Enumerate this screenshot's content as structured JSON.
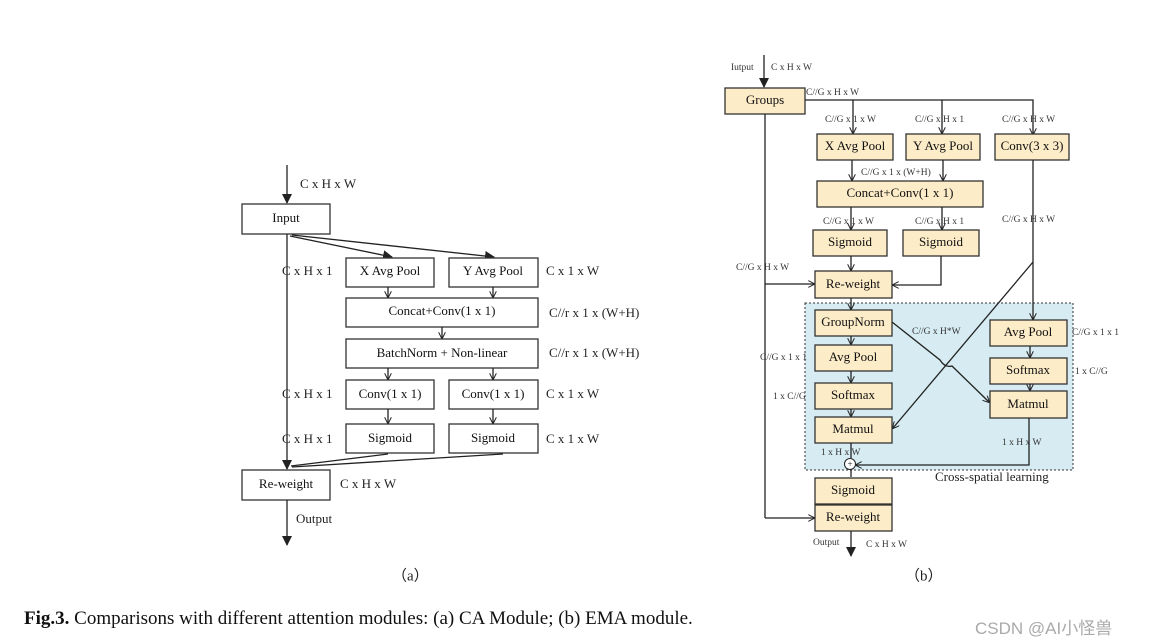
{
  "panel_a": {
    "label": "（a）",
    "input_dim": "C x H x W",
    "boxes": {
      "input": "Input",
      "x_pool": "X Avg Pool",
      "y_pool": "Y Avg Pool",
      "concat": "Concat+Conv(1 x 1)",
      "bn": "BatchNorm + Non-linear",
      "conv_l": "Conv(1 x 1)",
      "conv_r": "Conv(1 x 1)",
      "sig_l": "Sigmoid",
      "sig_r": "Sigmoid",
      "reweight": "Re-weight"
    },
    "dims": {
      "l1": "C x H x 1",
      "r1": "C x 1 x W",
      "concat": "C//r x 1 x (W+H)",
      "bn": "C//r x 1 x (W+H)",
      "l2": "C x H x 1",
      "r2": "C x 1 x W",
      "l3": "C x H x 1",
      "r3": "C x 1 x W",
      "out": "C x H x W"
    },
    "output": "Output"
  },
  "panel_b": {
    "label": "（b）",
    "input_label": "Iutput",
    "input_dim": "C x H x W",
    "boxes": {
      "groups": "Groups",
      "x_pool": "X Avg Pool",
      "y_pool": "Y Avg Pool",
      "conv3": "Conv(3 x 3)",
      "concat": "Concat+Conv(1 x 1)",
      "sig_l": "Sigmoid",
      "sig_r": "Sigmoid",
      "reweight1": "Re-weight",
      "groupnorm": "GroupNorm",
      "avgpool_l": "Avg Pool",
      "softmax_l": "Softmax",
      "matmul_l": "Matmul",
      "avgpool_r": "Avg Pool",
      "softmax_r": "Softmax",
      "matmul_r": "Matmul",
      "sigmoid": "Sigmoid",
      "reweight2": "Re-weight"
    },
    "dims": {
      "groups_out": "C//G x H x W",
      "x_in": "C//G x 1 x W",
      "y_in": "C//G x H x 1",
      "conv_in": "C//G x H x W",
      "concat_in": "C//G x 1 x (W+H)",
      "sig_l_in": "C//G x 1 x W",
      "sig_r_in": "C//G x H x 1",
      "conv_out": "C//G x H x W",
      "skip": "C//G x H x W",
      "cross": "C//G x H*W",
      "avgpool_r": "C//G x 1 x 1",
      "softmax_r": "1 x C//G",
      "avgpool_l": "C//G x 1 x 1",
      "softmax_l": "1 x C//G",
      "matmul_l_out": "1 x H x W",
      "matmul_r_out": "1 x H x W",
      "out": "C x H x W"
    },
    "region_label": "Cross-spatial learning",
    "output": "Output",
    "region_color": "#d6ebf2",
    "box_color": "#fdecc8"
  },
  "caption": {
    "prefix": "Fig.3.",
    "text": " Comparisons with different attention modules: (a) CA Module; (b) EMA module."
  },
  "watermark": "CSDN @AI小怪兽"
}
